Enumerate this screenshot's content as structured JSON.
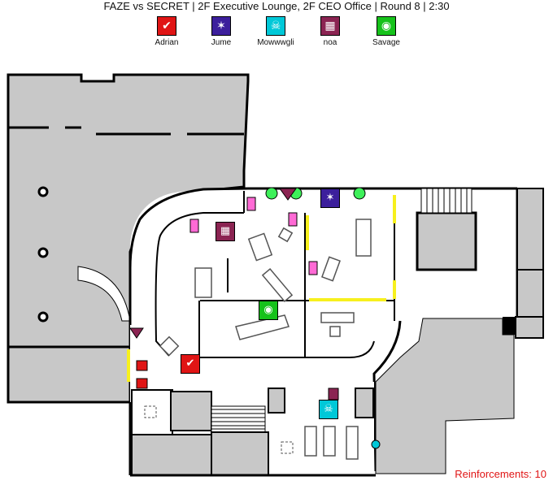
{
  "header": {
    "title": "FAZE vs SECRET  |  2F Executive Lounge, 2F CEO Office  |  Round 8  |  2:30"
  },
  "operators": [
    {
      "name": "Adrian",
      "color": "#e01515",
      "icon": "checklist-icon",
      "glyph": "✔"
    },
    {
      "name": "Jume",
      "color": "#3c1f9c",
      "icon": "claw-icon",
      "glyph": "✶"
    },
    {
      "name": "Mowwwgli",
      "color": "#00c8d8",
      "icon": "skull-icon",
      "glyph": "☠"
    },
    {
      "name": "noa",
      "color": "#8b2452",
      "icon": "shield-grid-icon",
      "glyph": "▦"
    },
    {
      "name": "Savage",
      "color": "#16c21b",
      "icon": "radar-icon",
      "glyph": "◉"
    }
  ],
  "footer": {
    "reinforcements": "Reinforcements: 10",
    "reinforcements_color": "#e01515"
  },
  "colors": {
    "wall": "#000000",
    "floor_gray": "#c8c8c8",
    "reinforced_wall": "#f7f01d",
    "room_floor": "#ffffff"
  }
}
